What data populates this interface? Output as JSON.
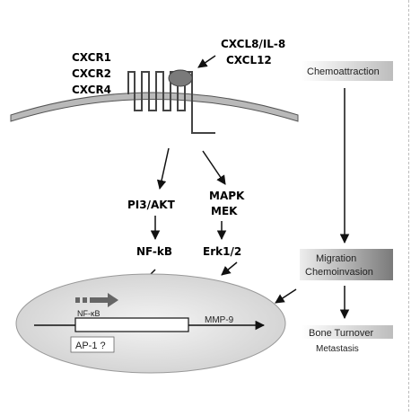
{
  "receptors": {
    "line1": "CXCR1",
    "line2": "CXCR2",
    "line3": "CXCR4"
  },
  "ligands": {
    "line1": "CXCL8/IL-8",
    "line2": "CXCL12"
  },
  "pathway_left": {
    "line1": "PI3/AKT",
    "node": "NF-kB"
  },
  "pathway_right": {
    "line1": "MAPK",
    "line2": "MEK",
    "node": "Erk1/2"
  },
  "nucleus": {
    "nfkb_label": "NF-κB",
    "mmp_label": "MMP-9",
    "ap1_label": "AP-1 ?"
  },
  "stages": {
    "chemoattraction": "Chemoattraction",
    "migration_line1": "Migration",
    "migration_line2": "Chemoinvasion",
    "bone_turnover": "Bone Turnover",
    "metastasis": "Metastasis"
  }
}
